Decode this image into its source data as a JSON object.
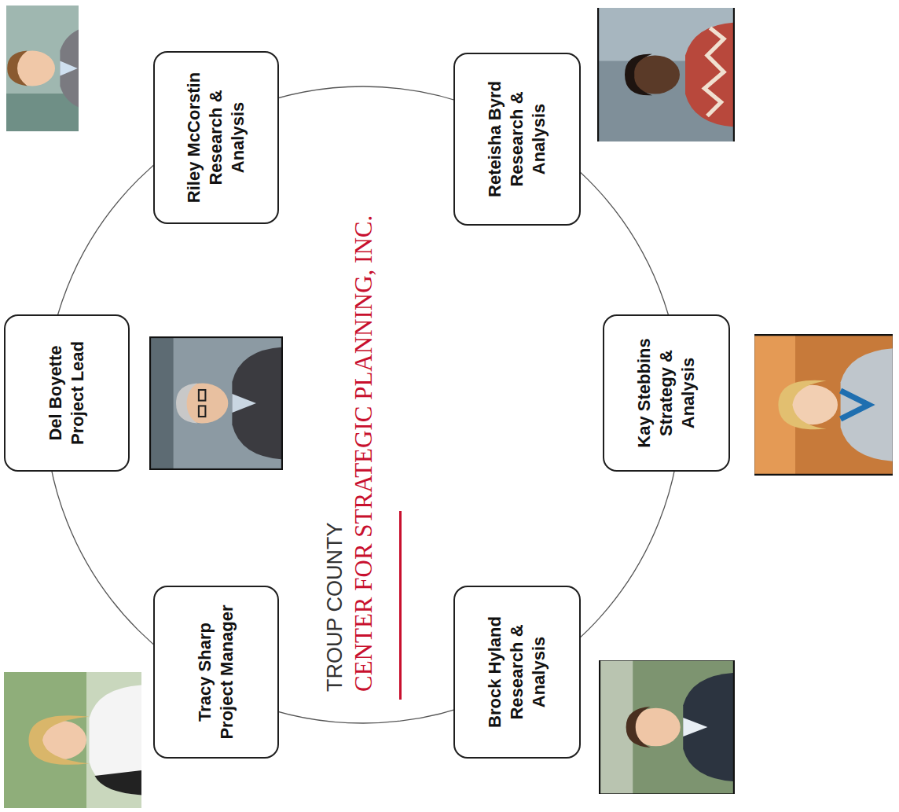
{
  "diagram": {
    "title": "CENTER FOR STRATEGIC PLANNING, INC.",
    "nodes": [
      {
        "text": [
          "Del Boyette",
          "Project Lead"
        ]
      },
      {
        "text": [
          "Tracy Sharp",
          "Project Manager"
        ]
      },
      {
        "text": [
          "Riley McCorstin",
          "Research & Analysis"
        ]
      },
      {
        "text": [
          "Brock Hyland",
          "Research & Analysis"
        ]
      },
      {
        "text": [
          "Reteisha Byrd",
          "Research & Analysis"
        ]
      },
      {
        "text": [
          "Kay Stebbins",
          "Strategy & Analysis"
        ]
      }
    ],
    "labels": [
      "TROUP COUNTY"
    ]
  }
}
